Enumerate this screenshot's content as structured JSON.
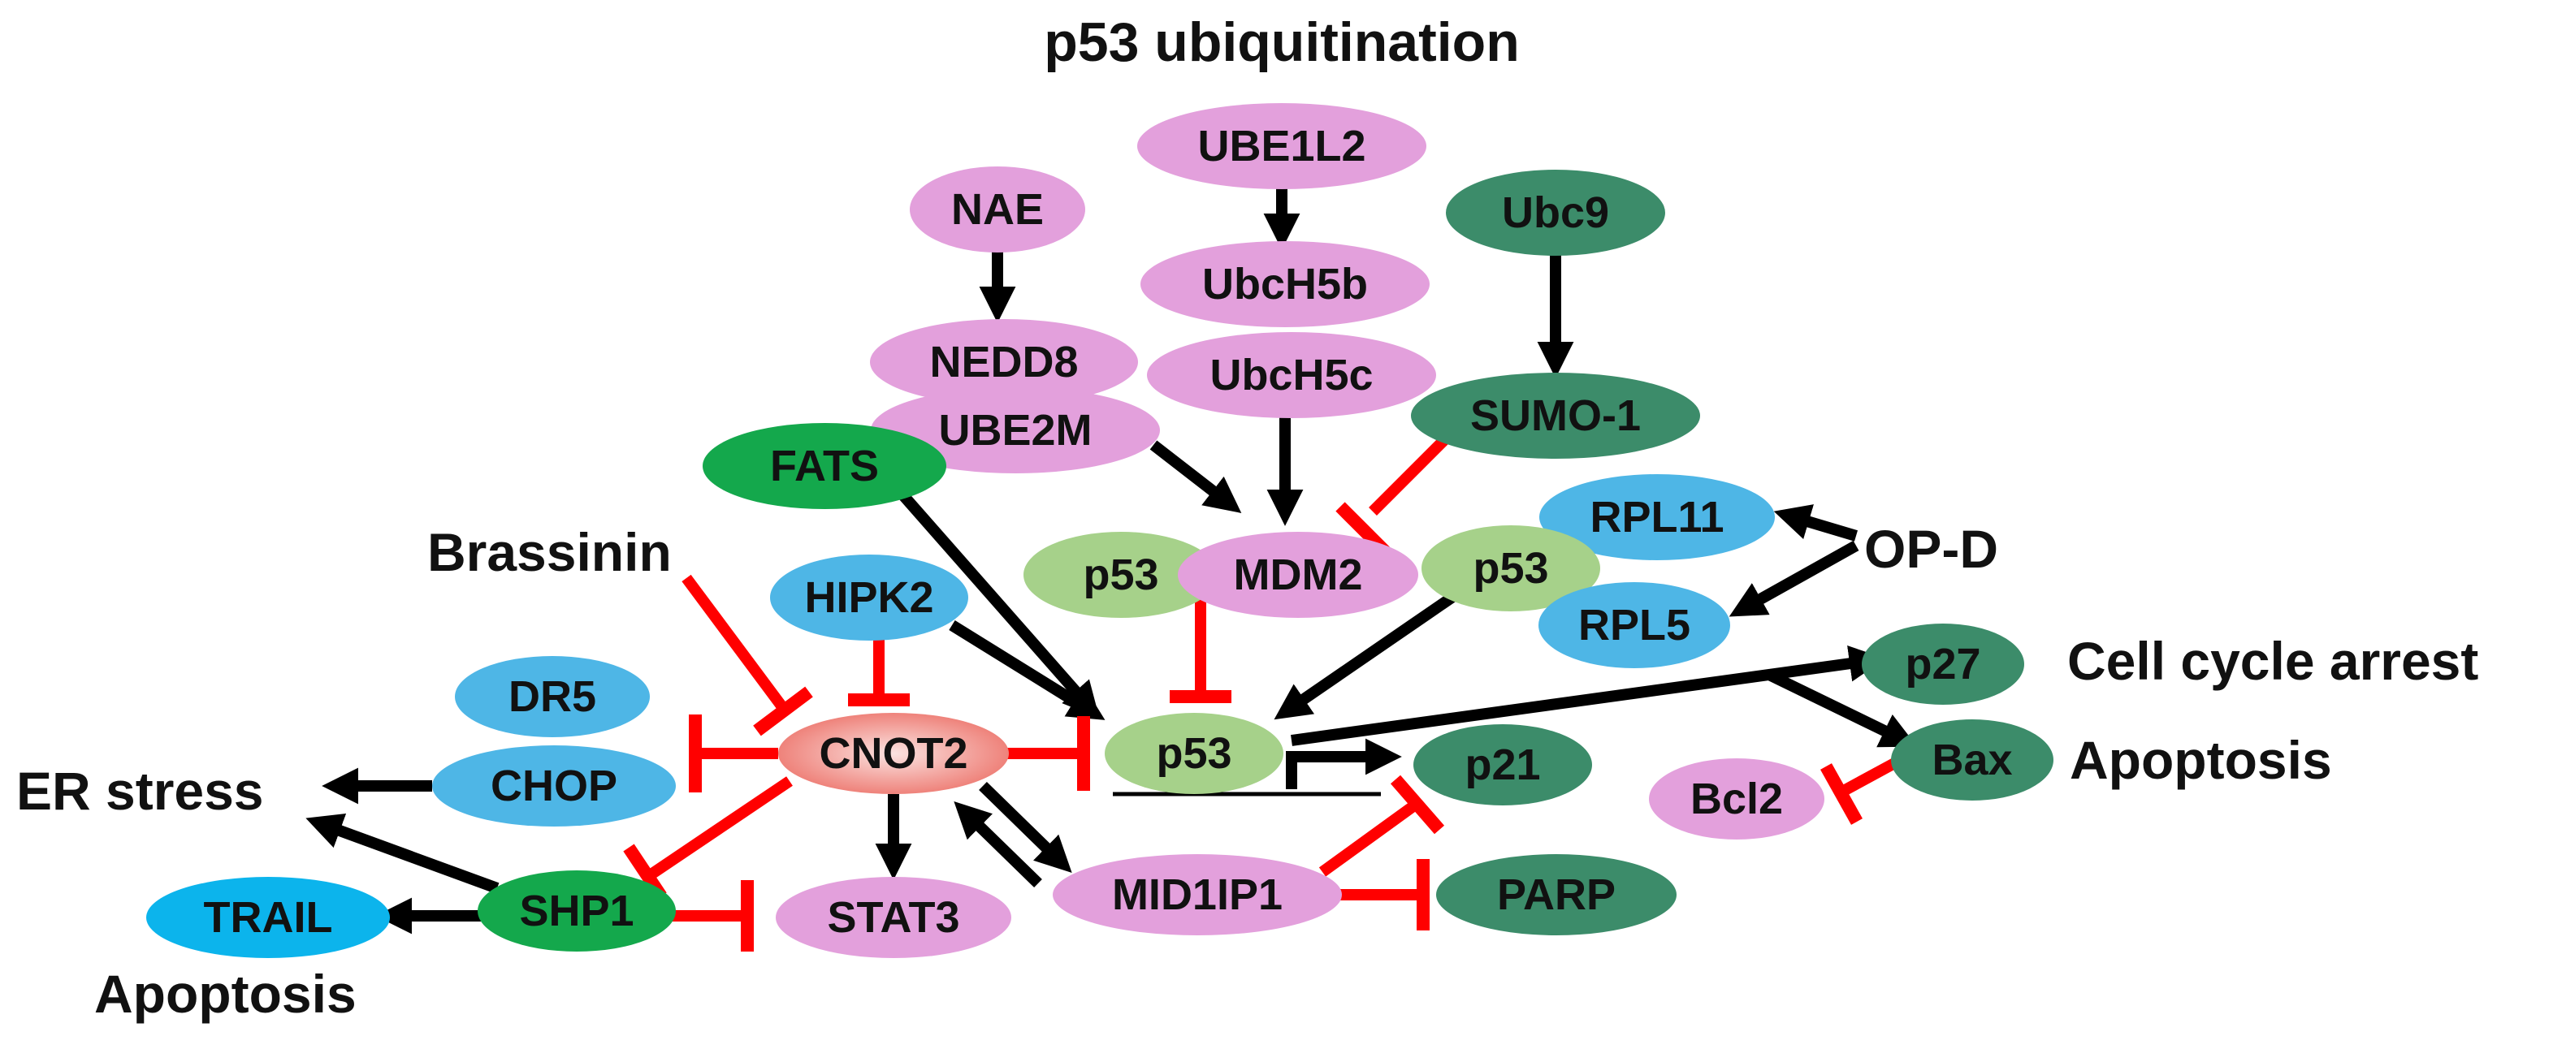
{
  "title": "p53 ubiquitination",
  "colors": {
    "pink": "#e3a0dc",
    "light_blue": "#4eb6e6",
    "cyan_blue": "#0cb4ec",
    "light_green": "#a6d18a",
    "dark_green": "#3c8c6a",
    "bright_green": "#14a84c",
    "cnot2_red": "#f0817a",
    "activation": "#000000",
    "inhibition": "#ff0000"
  },
  "nodes": {
    "ube1l2": "UBE1L2",
    "nae": "NAE",
    "ubch5b": "UbcH5b",
    "ubc9": "Ubc9",
    "nedd8": "NEDD8",
    "ubch5c": "UbcH5c",
    "ube2m": "UBE2M",
    "sumo1": "SUMO-1",
    "fats": "FATS",
    "rpl11": "RPL11",
    "p53_left": "p53",
    "mdm2": "MDM2",
    "p53_right": "p53",
    "hipk2": "HIPK2",
    "rpl5": "RPL5",
    "dr5": "DR5",
    "p27": "p27",
    "cnot2": "CNOT2",
    "p53_center": "p53",
    "p21": "p21",
    "bax": "Bax",
    "chop": "CHOP",
    "bcl2": "Bcl2",
    "mid1ip1": "MID1IP1",
    "parp": "PARP",
    "trail": "TRAIL",
    "shp1": "SHP1",
    "stat3": "STAT3"
  },
  "labels": {
    "brassinin": "Brassinin",
    "op_d": "OP-D",
    "cell_cycle_arrest": "Cell cycle arrest",
    "apoptosis_right": "Apoptosis",
    "er_stress": "ER stress",
    "apoptosis_left": "Apoptosis"
  },
  "interactions": [
    {
      "from": "UBE1L2",
      "to": "UbcH5b",
      "type": "activation"
    },
    {
      "from": "NAE",
      "to": "NEDD8",
      "type": "activation"
    },
    {
      "from": "Ubc9",
      "to": "SUMO-1",
      "type": "activation"
    },
    {
      "from": "UBE2M",
      "to": "MDM2",
      "type": "activation"
    },
    {
      "from": "UbcH5c",
      "to": "MDM2",
      "type": "activation"
    },
    {
      "from": "SUMO-1",
      "to": "MDM2",
      "type": "inhibition"
    },
    {
      "from": "FATS",
      "to": "p53",
      "type": "activation"
    },
    {
      "from": "HIPK2",
      "to": "p53",
      "type": "activation"
    },
    {
      "from": "MDM2",
      "to": "p53",
      "type": "inhibition"
    },
    {
      "from": "p53",
      "to": "p53",
      "type": "activation"
    },
    {
      "from": "OP-D",
      "to": "RPL11",
      "type": "activation"
    },
    {
      "from": "OP-D",
      "to": "RPL5",
      "type": "activation"
    },
    {
      "from": "p53",
      "to": "p27",
      "type": "activation"
    },
    {
      "from": "p53",
      "to": "Bax",
      "type": "activation"
    },
    {
      "from": "Bax",
      "to": "Bcl2",
      "type": "inhibition"
    },
    {
      "from": "p53",
      "to": "p21",
      "type": "activation"
    },
    {
      "from": "Brassinin",
      "to": "CNOT2",
      "type": "inhibition"
    },
    {
      "from": "HIPK2",
      "to": "CNOT2",
      "type": "inhibition"
    },
    {
      "from": "CNOT2",
      "to": "p53",
      "type": "inhibition"
    },
    {
      "from": "CNOT2",
      "to": "CHOP",
      "type": "inhibition"
    },
    {
      "from": "CHOP",
      "to": "ER stress",
      "type": "activation"
    },
    {
      "from": "CNOT2",
      "to": "SHP1",
      "type": "inhibition"
    },
    {
      "from": "CNOT2",
      "to": "STAT3",
      "type": "activation"
    },
    {
      "from": "CNOT2",
      "to": "MID1IP1",
      "type": "activation"
    },
    {
      "from": "MID1IP1",
      "to": "CNOT2",
      "type": "activation"
    },
    {
      "from": "MID1IP1",
      "to": "p21",
      "type": "inhibition"
    },
    {
      "from": "MID1IP1",
      "to": "PARP",
      "type": "inhibition"
    },
    {
      "from": "SHP1",
      "to": "ER stress",
      "type": "activation"
    },
    {
      "from": "SHP1",
      "to": "TRAIL",
      "type": "activation"
    },
    {
      "from": "SHP1",
      "to": "STAT3",
      "type": "inhibition"
    }
  ]
}
